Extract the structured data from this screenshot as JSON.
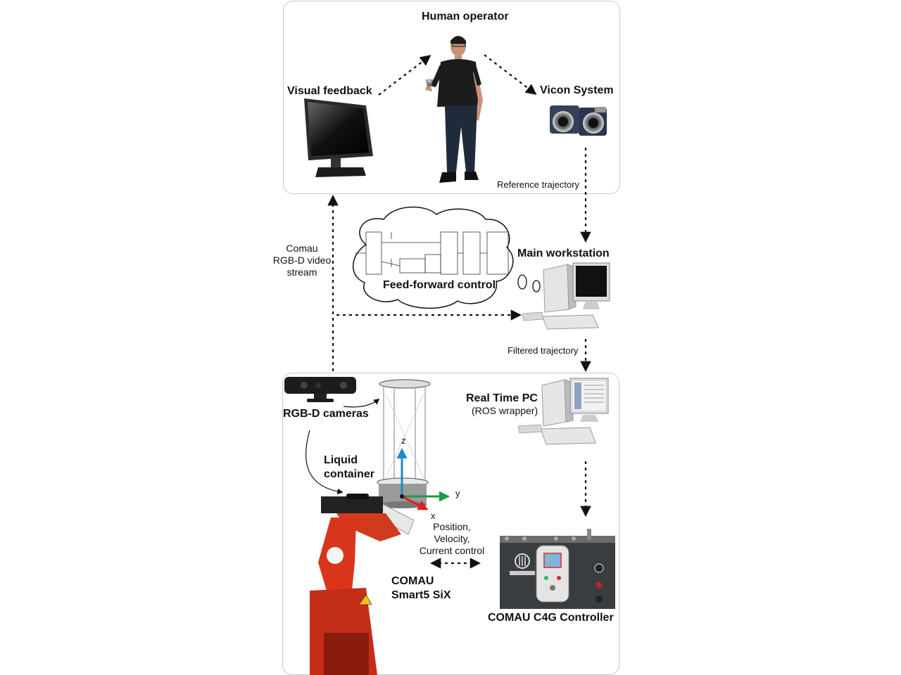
{
  "top_panel": {
    "human_operator": "Human operator",
    "visual_feedback": "Visual feedback",
    "vicon_system": "Vicon System",
    "reference_trajectory": "Reference trajectory"
  },
  "middle": {
    "video_stream_line1": "Comau",
    "video_stream_line2": "RGB-D video",
    "video_stream_line3": "stream",
    "feed_forward": "Feed-forward control",
    "main_workstation": "Main workstation",
    "filtered_trajectory": "Filtered trajectory"
  },
  "bottom_panel": {
    "rgbd_cameras": "RGB-D cameras",
    "liquid_line1": "Liquid",
    "liquid_line2": "container",
    "axis_z": "z",
    "axis_y": "y",
    "axis_x": "x",
    "control_line1": "Position,",
    "control_line2": "Velocity,",
    "control_line3": "Current control",
    "robot_line1": "COMAU",
    "robot_line2": "Smart5 SiX",
    "realtime_pc": "Real Time PC",
    "ros_wrapper": "(ROS wrapper)",
    "controller": "COMAU C4G Controller"
  }
}
